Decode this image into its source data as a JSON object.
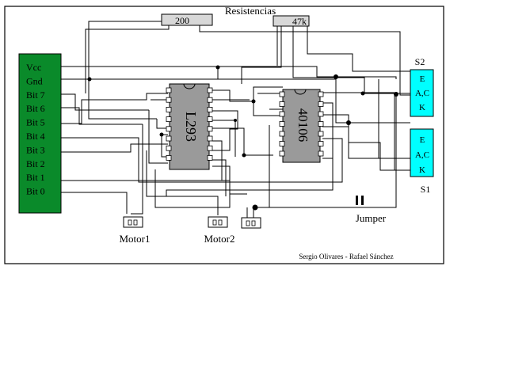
{
  "resistors": {
    "title": "Resistencias",
    "r1": "200",
    "r2": "47k"
  },
  "connector": {
    "pins": [
      "Vcc",
      "Gnd",
      "Bit 7",
      "Bit 6",
      "Bit 5",
      "Bit 4",
      "Bit 3",
      "Bit 2",
      "Bit 1",
      "Bit 0"
    ]
  },
  "chips": {
    "driver": "L293",
    "trigger": "40106"
  },
  "sensors": {
    "s2": {
      "label": "S2",
      "pins": [
        "E",
        "A,C",
        "K"
      ]
    },
    "s1": {
      "label": "S1",
      "pins": [
        "E",
        "A,C",
        "K"
      ]
    }
  },
  "motors": {
    "m1": "Motor1",
    "m2": "Motor2"
  },
  "jumper": "Jumper",
  "credits": "Sergio Olivares - Rafael Sánchez",
  "colors": {
    "connector": "#0a8a2a",
    "sensor": "#00ffff",
    "chip": "#9a9a9a",
    "resistor": "#d8d8d8"
  }
}
